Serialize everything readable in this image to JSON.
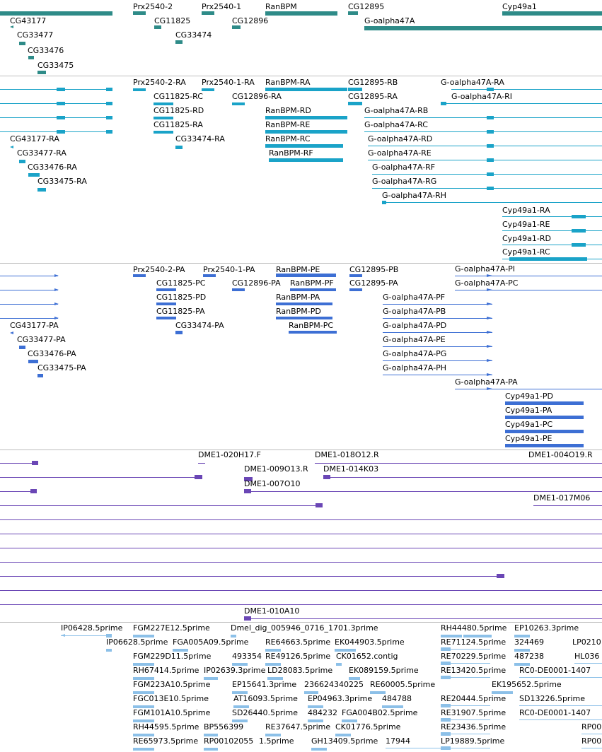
{
  "colors": {
    "gene": "#2e8b88",
    "mrna": "#1aa3c8",
    "protein": "#3d6fd4",
    "clone": "#6a46b5",
    "est": "#8cc0e8",
    "separator": "#bdbdbd"
  },
  "tracks": [
    {
      "id": "genes",
      "labels": [
        "CG43177",
        "CG33477",
        "CG33476",
        "CG33475",
        "Prx2540-2",
        "CG11825",
        "CG33474",
        "Prx2540-1",
        "CG12896",
        "RanBPM",
        "CG12895",
        "G-oalpha47A",
        "Cyp49a1"
      ]
    },
    {
      "id": "transcripts",
      "labels": [
        "CG43177-RA",
        "CG33477-RA",
        "CG33476-RA",
        "CG33475-RA",
        "Prx2540-2-RA",
        "CG11825-RC",
        "CG11825-RD",
        "CG11825-RA",
        "CG33474-RA",
        "Prx2540-1-RA",
        "CG12896-RA",
        "RanBPM-RA",
        "RanBPM-RD",
        "RanBPM-RE",
        "RanBPM-RC",
        "RanBPM-RF",
        "CG12895-RB",
        "CG12895-RA",
        "G-oalpha47A-RA",
        "G-oalpha47A-RI",
        "G-oalpha47A-RB",
        "G-oalpha47A-RC",
        "G-oalpha47A-RD",
        "G-oalpha47A-RE",
        "G-oalpha47A-RF",
        "G-oalpha47A-RG",
        "G-oalpha47A-RH",
        "Cyp49a1-RA",
        "Cyp49a1-RE",
        "Cyp49a1-RD",
        "Cyp49a1-RC"
      ]
    },
    {
      "id": "proteins",
      "labels": [
        "CG43177-PA",
        "CG33477-PA",
        "CG33476-PA",
        "CG33475-PA",
        "Prx2540-2-PA",
        "CG11825-PC",
        "CG11825-PD",
        "CG11825-PA",
        "CG33474-PA",
        "Prx2540-1-PA",
        "CG12896-PA",
        "RanBPM-PE",
        "RanBPM-PF",
        "RanBPM-PA",
        "RanBPM-PD",
        "RanBPM-PC",
        "CG12895-PB",
        "CG12895-PA",
        "G-oalpha47A-PI",
        "G-oalpha47A-PC",
        "G-oalpha47A-PF",
        "G-oalpha47A-PB",
        "G-oalpha47A-PD",
        "G-oalpha47A-PE",
        "G-oalpha47A-PG",
        "G-oalpha47A-PH",
        "G-oalpha47A-PA",
        "Cyp49a1-PD",
        "Cyp49a1-PA",
        "Cyp49a1-PC",
        "Cyp49a1-PE"
      ]
    },
    {
      "id": "clones",
      "labels": [
        "DME1-020H17.F",
        "DME1-018O12.R",
        "DME1-004O19.R",
        "DME1-009O13.R",
        "DME1-014K03",
        "DME1-007O10",
        "DME1-017M06",
        "DME1-010A10"
      ]
    },
    {
      "id": "ests",
      "labels": [
        "IP06428.5prime",
        "FGM227E12.5prime",
        "Dmel_dig_005946_0716_1701.3prime",
        "RH44480.5prime",
        "EP10263.3prime",
        "LP0210",
        "IP06628.5prime",
        "FGA005A09.5prime",
        "RE64663.5prime",
        "EK044903.5prime",
        "RE71124.5prime",
        "324469",
        "FGM229D11.5prime",
        "493354",
        "RE49126.5prime",
        "CK01652.contig",
        "RE70229.5prime",
        "487238",
        "HL036",
        "RH67414.5prime",
        "IP02639.3prime",
        "LD28083.5prime",
        "EK089159.5prime",
        "RE13420.5prime",
        "RC0-DE0001-1407",
        "FGM223A10.5prime",
        "EP15641.3prime",
        "236624340225",
        "RE60005.5prime",
        "EK195652.5prime",
        "FGC013E10.5prime",
        "AT16093.5prime",
        "EP04963.3prime",
        "484788",
        "RE20444.5prime",
        "SD13226.5prime",
        "FGM101A10.5prime",
        "SD26440.5prime",
        "484232",
        "FGA004B02.5prime",
        "RE31907.5prime",
        "RC0-DE0001-1407",
        "RH44595.5prime",
        "BP556399",
        "RE37647.5prime",
        "CK01776.5prime",
        "RE23436.5prime",
        "RP00",
        "RE65973.5prime",
        "RP00102055",
        "1.5prime",
        "GH13409.5prime",
        "17944",
        "LP19889.5prime",
        "RP00"
      ]
    }
  ]
}
